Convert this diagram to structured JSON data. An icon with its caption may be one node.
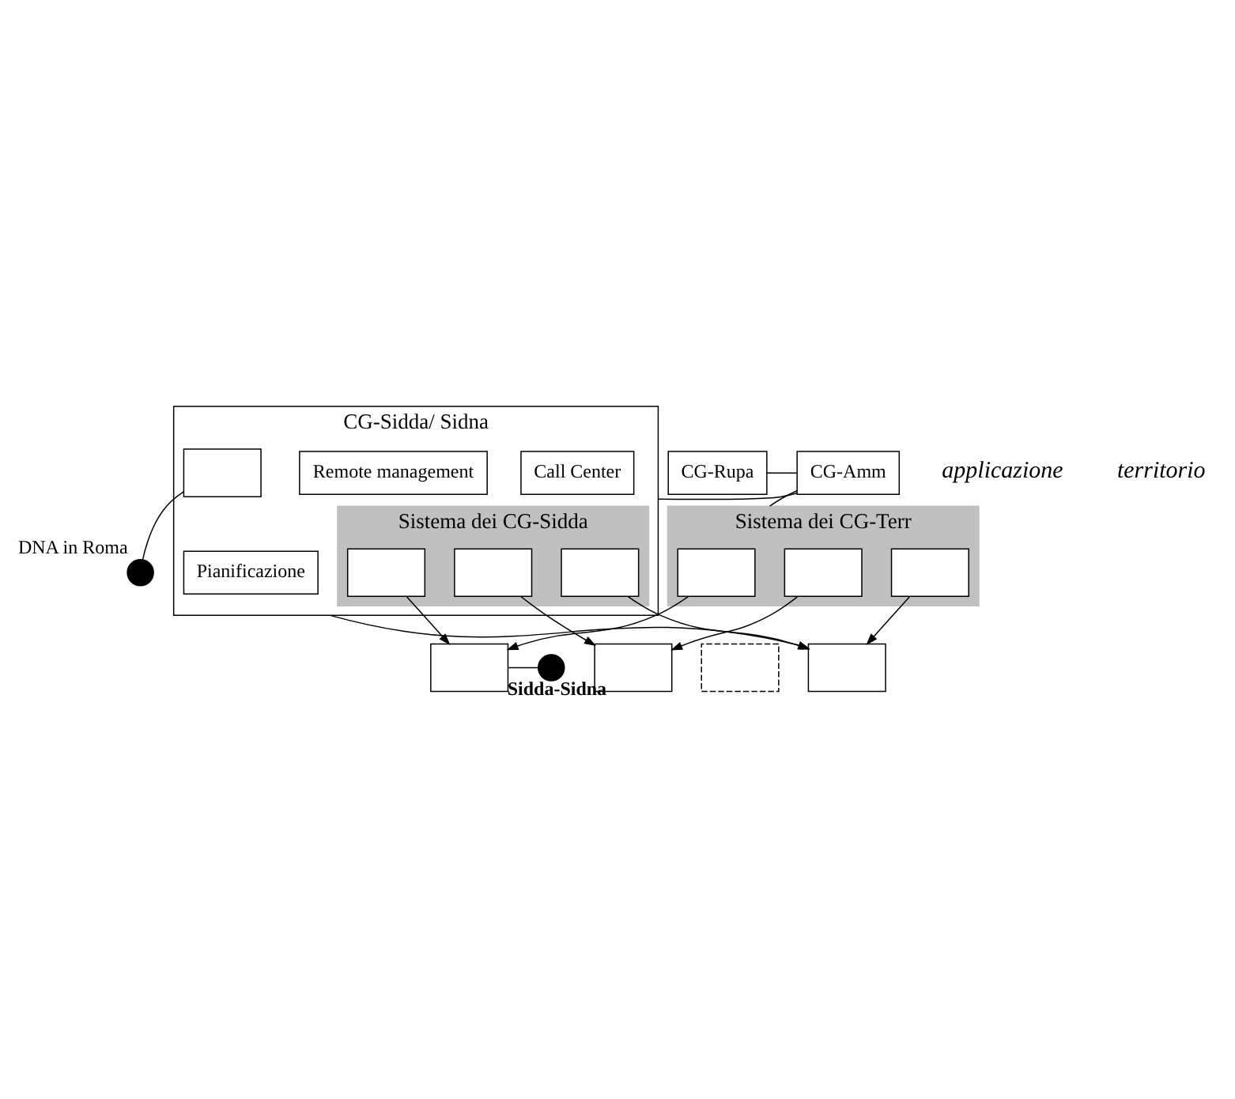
{
  "diagram": {
    "nodes": [
      {
        "text": [
          "CG-Rupa"
        ]
      },
      {
        "text": [
          "CG-Amm"
        ]
      },
      {
        "text": [
          "Sistema dei CG-Terr"
        ]
      },
      {
        "text": [],
        "shape": "box",
        "in": 2
      },
      {
        "text": [],
        "shape": "box",
        "in": 2
      },
      {
        "text": [],
        "shape": "box",
        "in": 2
      },
      {
        "text": [],
        "shape": "box"
      },
      {
        "text": [],
        "shape": "box"
      },
      {
        "text": [],
        "shape": "box"
      },
      {
        "text": [],
        "shape": "box"
      },
      {
        "text": [
          "CG-Sidda/ Sidna"
        ]
      },
      {
        "text": [
          "Pianificazione"
        ],
        "in": 10
      },
      {
        "text": [
          "Call Center"
        ],
        "in": 10
      },
      {
        "text": [
          "Remote management"
        ],
        "in": 10
      },
      {
        "text": [
          "Sistema dei CG-Sidda"
        ],
        "in": 10
      },
      {
        "text": [],
        "shape": "box",
        "in": 14
      },
      {
        "text": [],
        "shape": "box",
        "in": 14
      },
      {
        "text": [],
        "shape": "box",
        "in": 14
      },
      {
        "text": [],
        "shape": "box",
        "in": 10
      },
      {
        "text": [],
        "shape": "circle",
        "beside": [
          "Sidda-Sidna"
        ]
      },
      {
        "text": [],
        "shape": "circle",
        "beside": [
          "DNA in Roma"
        ]
      }
    ],
    "edges": [
      {
        "from": 0,
        "to": 1,
        "arrow": "none"
      },
      {
        "from": 1,
        "to": 2,
        "arrow": "none"
      },
      {
        "from": 1,
        "to": 10,
        "arrow": "none"
      },
      {
        "from": 3,
        "to": 6,
        "arrow": "to"
      },
      {
        "from": 4,
        "to": 7,
        "arrow": "to"
      },
      {
        "from": 5,
        "to": 9,
        "arrow": "to"
      },
      {
        "from": 15,
        "to": 6,
        "arrow": "to"
      },
      {
        "from": 16,
        "to": 7,
        "arrow": "to"
      },
      {
        "from": 17,
        "to": 9,
        "arrow": "to"
      },
      {
        "from": 10,
        "to": 9,
        "arrow": "to"
      },
      {
        "from": 19,
        "to": 6,
        "arrow": "none"
      },
      {
        "from": 18,
        "to": 20,
        "arrow": "none"
      }
    ],
    "labels": [
      "applicazione",
      "territorio"
    ]
  }
}
